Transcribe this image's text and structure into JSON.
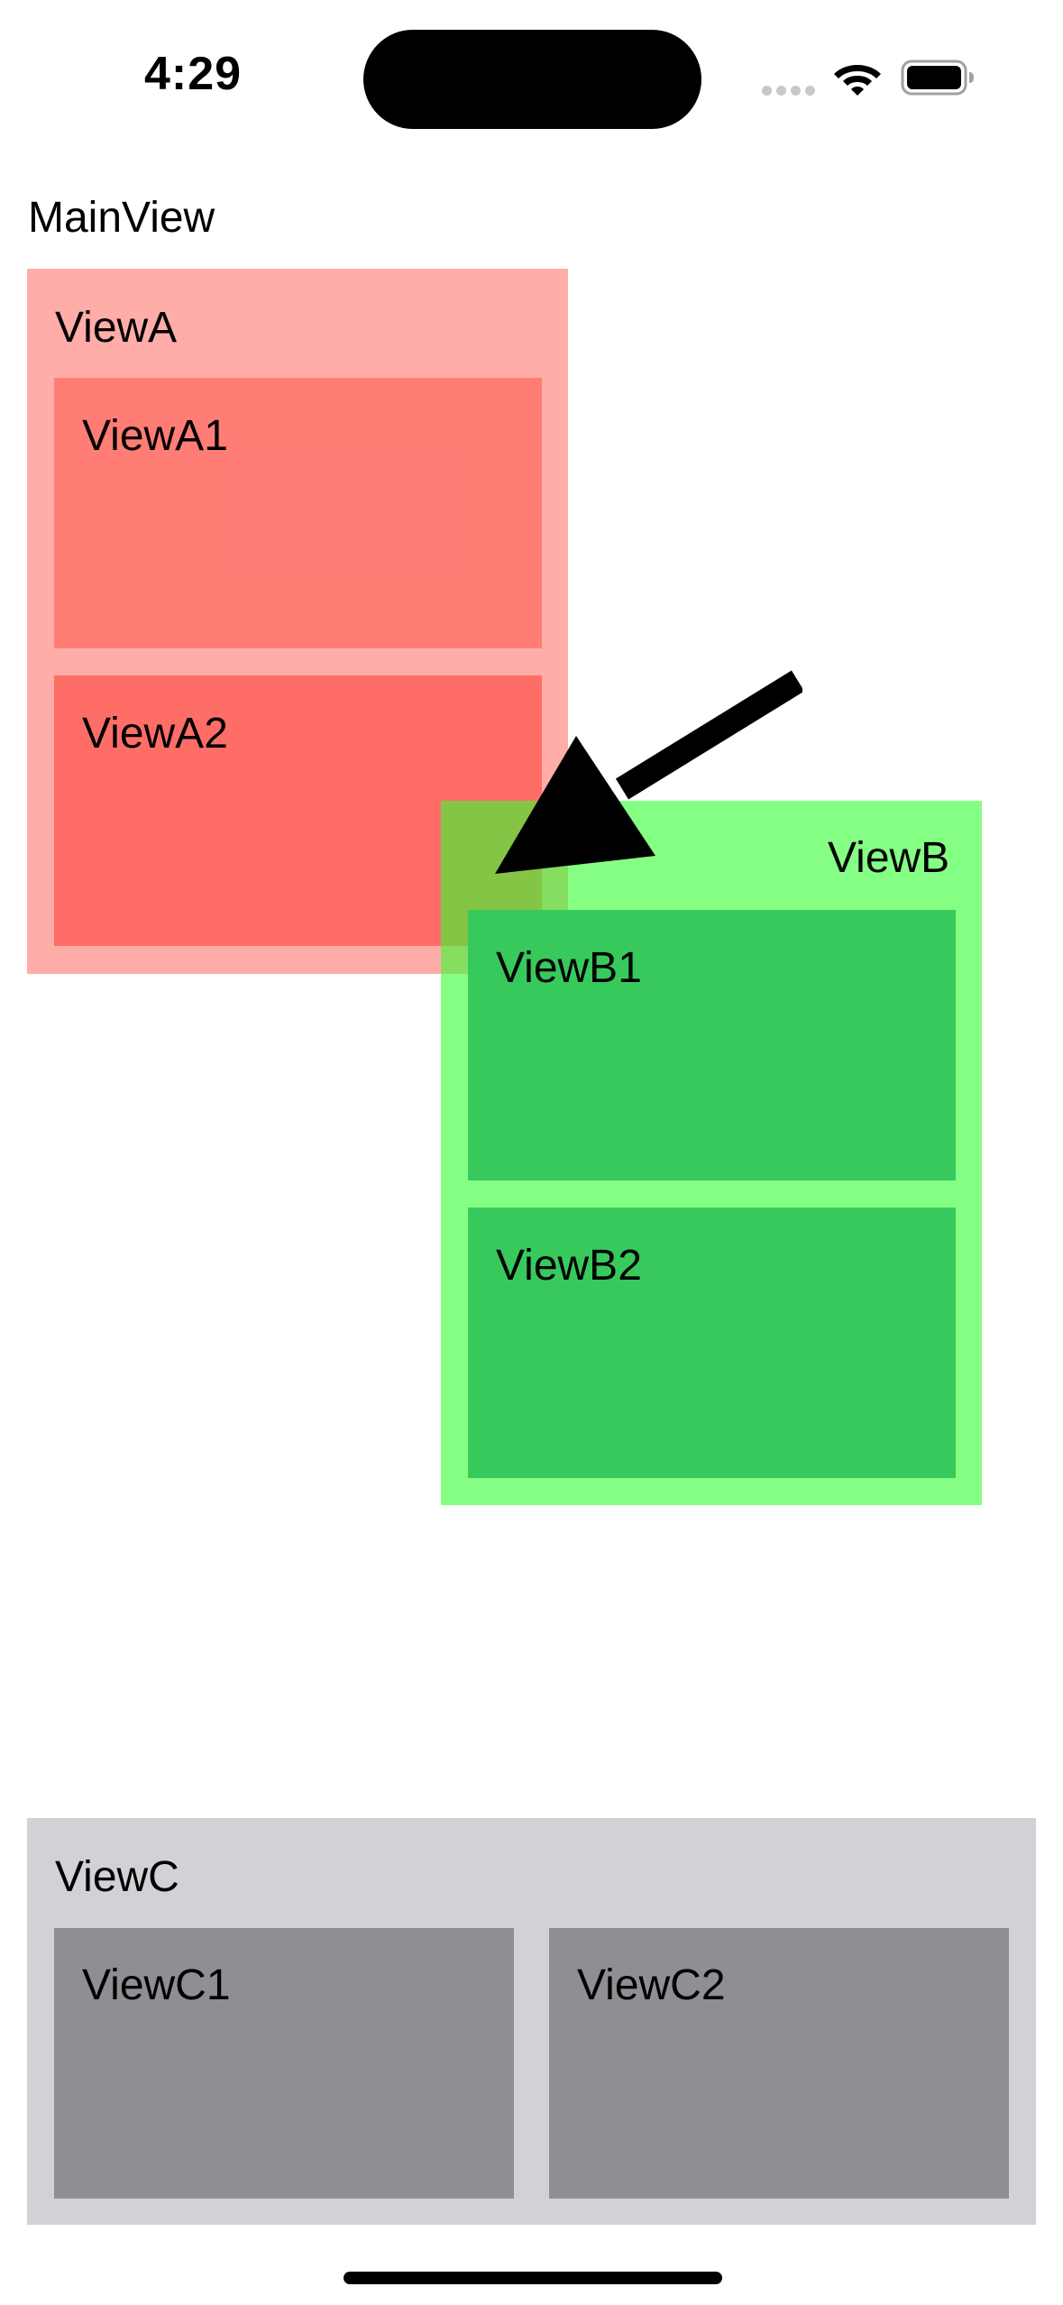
{
  "status_bar": {
    "time": "4:29",
    "icons": [
      "cellular-signal-icon",
      "wifi-icon",
      "battery-icon"
    ]
  },
  "main_view": {
    "title": "MainView"
  },
  "view_a": {
    "label": "ViewA",
    "color": "#ff3b30",
    "children": [
      {
        "label": "ViewA1"
      },
      {
        "label": "ViewA2"
      }
    ]
  },
  "view_b": {
    "label": "ViewB",
    "color": "#34ff30",
    "children": [
      {
        "label": "ViewB1"
      },
      {
        "label": "ViewB2"
      }
    ]
  },
  "view_c": {
    "label": "ViewC",
    "color": "#d1d1d6",
    "children": [
      {
        "label": "ViewC1"
      },
      {
        "label": "ViewC2"
      }
    ]
  },
  "annotation": {
    "icon": "arrow-icon"
  }
}
